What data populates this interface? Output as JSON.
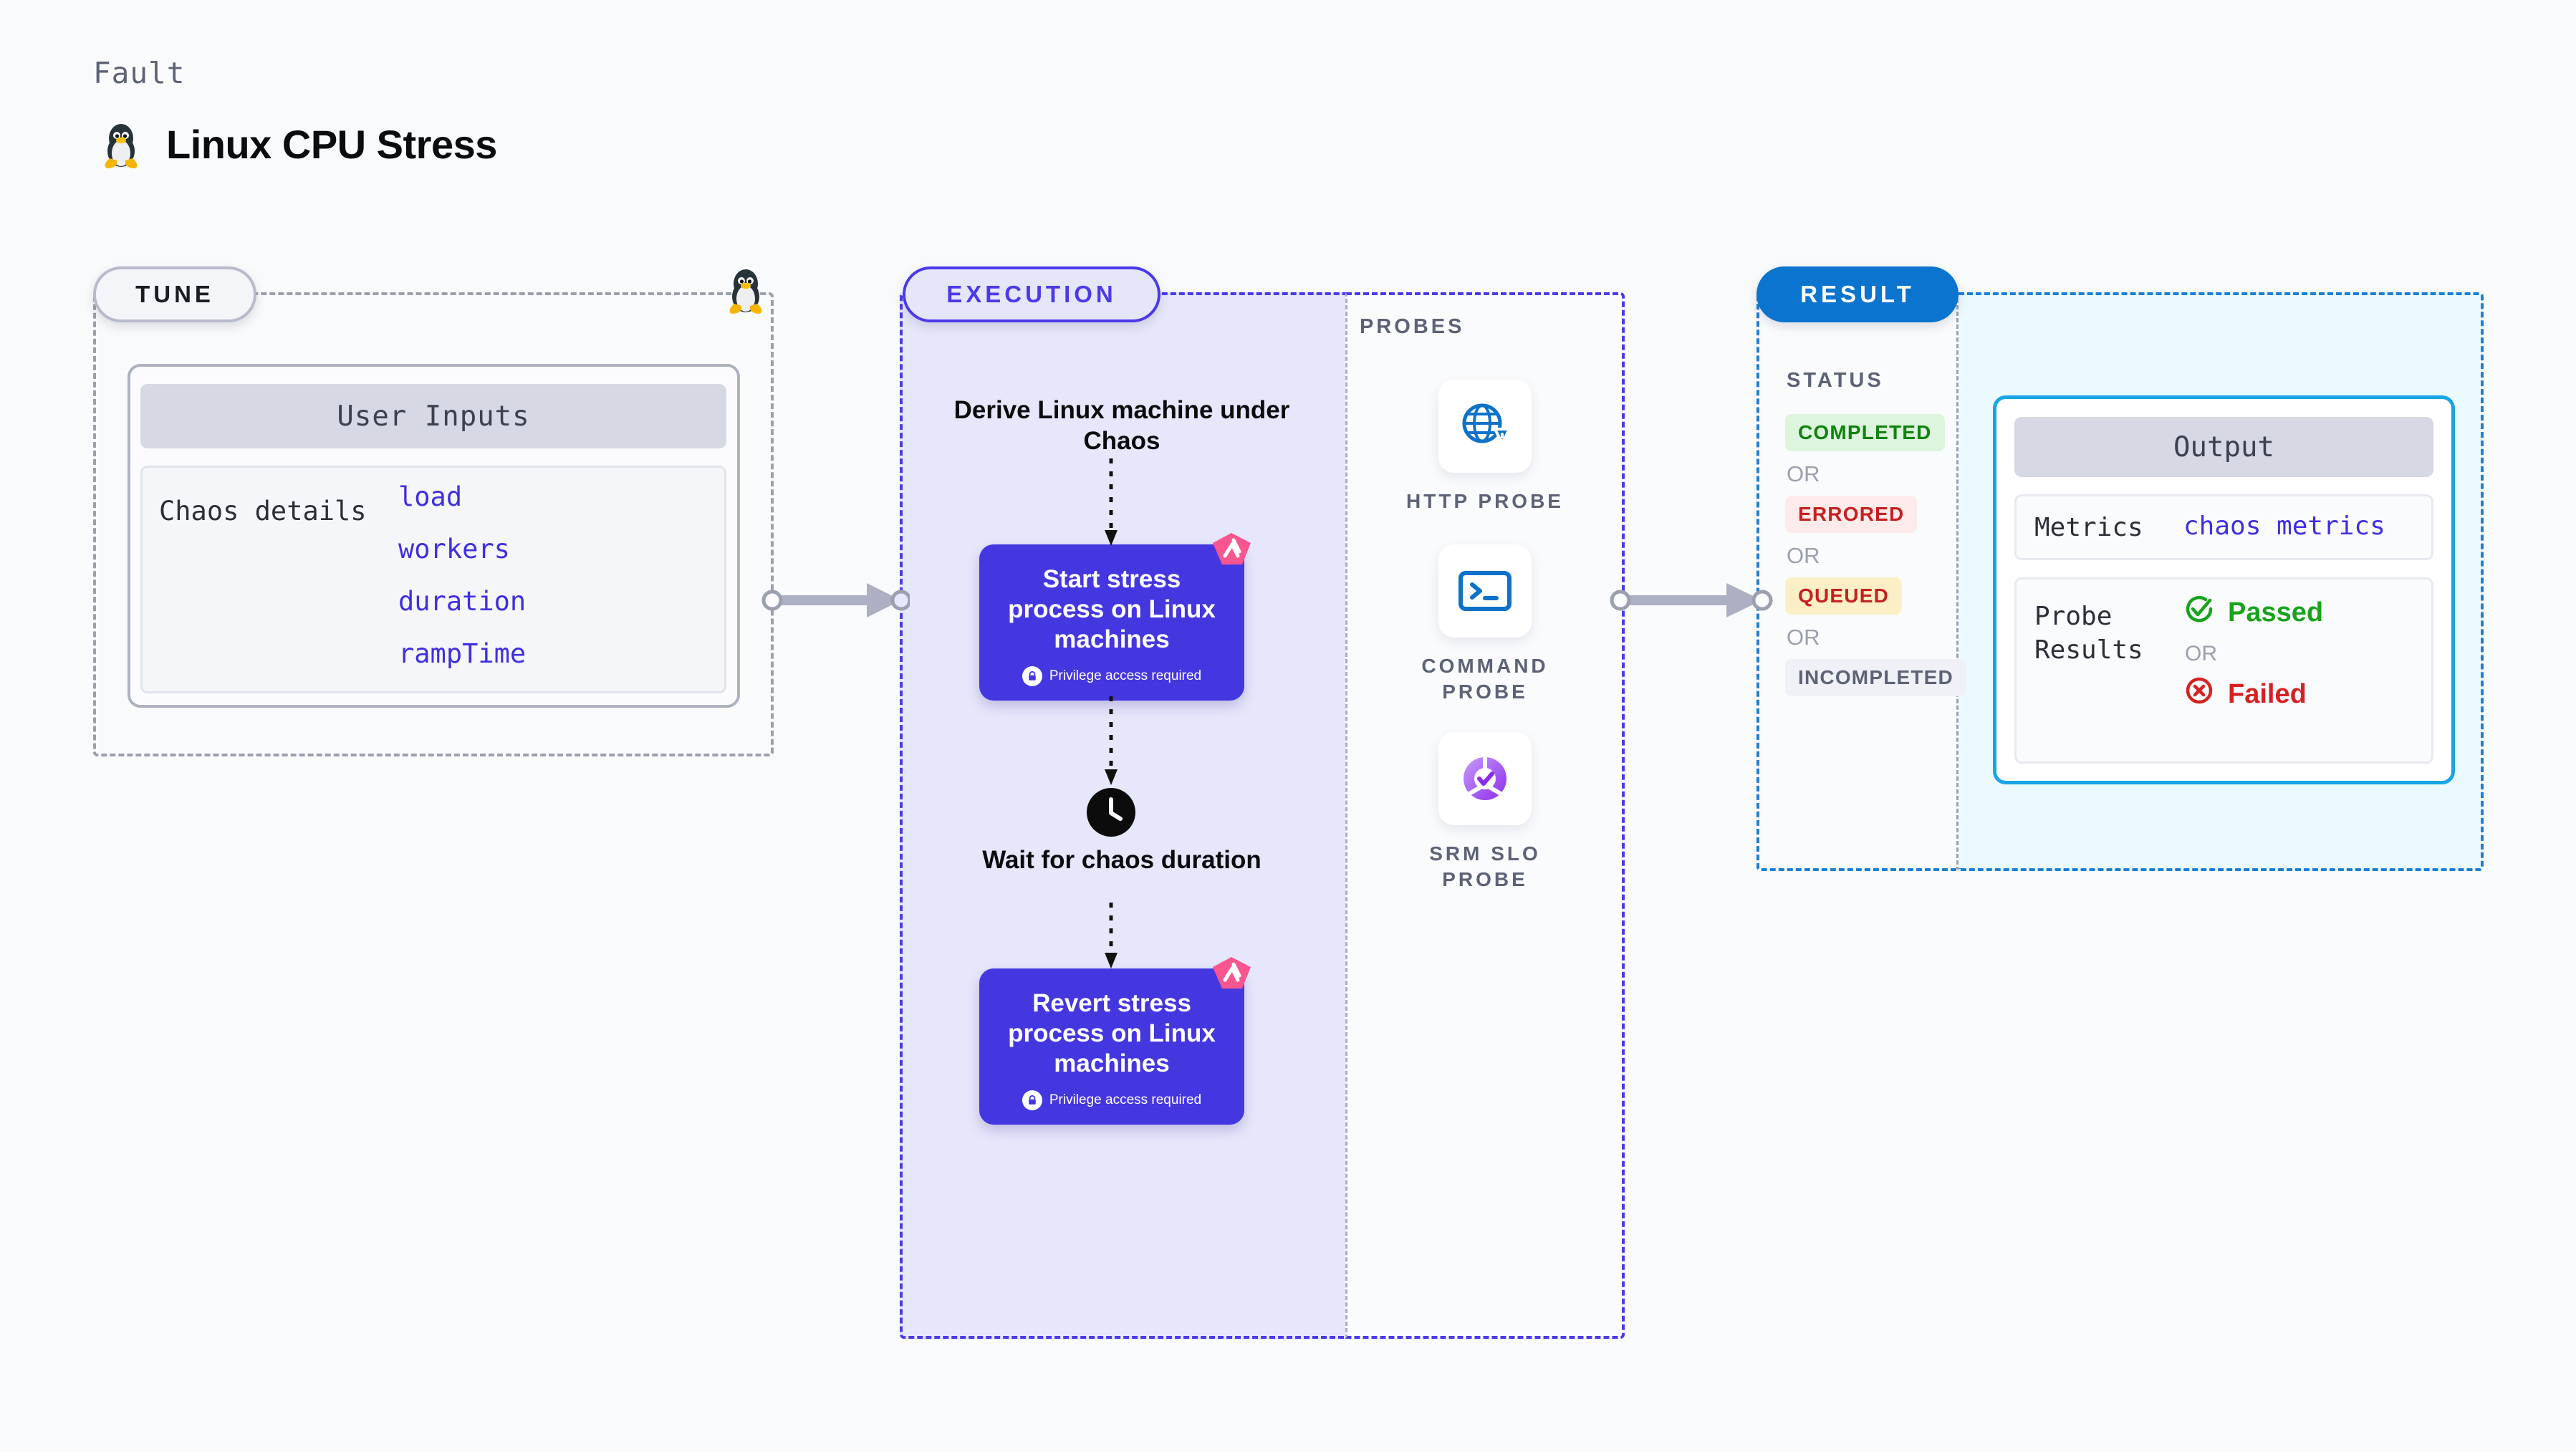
{
  "header": {
    "kind_label": "Fault",
    "title": "Linux CPU Stress",
    "icon": "linux-penguin-icon"
  },
  "tune": {
    "badge": "TUNE",
    "card_title": "User Inputs",
    "row_label": "Chaos details",
    "params": [
      "load",
      "workers",
      "duration",
      "rampTime"
    ],
    "edge_icon": "linux-penguin-icon"
  },
  "execution": {
    "badge": "EXECUTION",
    "steps": [
      {
        "type": "text",
        "label": "Derive Linux machine under Chaos"
      },
      {
        "type": "node",
        "label": "Start stress process on Linux machines",
        "sub": "Privilege access required",
        "sub_icon": "lock-icon",
        "corner_icon": "chaos-badge-icon"
      },
      {
        "type": "text",
        "label": "Wait for chaos duration",
        "icon": "clock-icon"
      },
      {
        "type": "node",
        "label": "Revert stress process on Linux machines",
        "sub": "Privilege access required",
        "sub_icon": "lock-icon",
        "corner_icon": "chaos-badge-icon"
      }
    ]
  },
  "probes": {
    "heading": "PROBES",
    "items": [
      {
        "label": "HTTP PROBE",
        "icon": "globe-warning-icon"
      },
      {
        "label": "COMMAND PROBE",
        "icon": "terminal-icon"
      },
      {
        "label": "SRM SLO PROBE",
        "icon": "slo-donut-check-icon"
      }
    ]
  },
  "result": {
    "badge": "RESULT",
    "status_heading": "STATUS",
    "or_label": "OR",
    "statuses": [
      {
        "label": "COMPLETED",
        "bg": "#dcf5dc",
        "fg": "#10820f"
      },
      {
        "label": "ERRORED",
        "bg": "#fdeaea",
        "fg": "#c42121"
      },
      {
        "label": "QUEUED",
        "bg": "#fcefc6",
        "fg": "#c42121"
      },
      {
        "label": "INCOMPLETED",
        "bg": "#eff1f6",
        "fg": "#5c6376"
      }
    ],
    "output": {
      "title": "Output",
      "metrics_label": "Metrics",
      "metrics_value": "chaos metrics",
      "probe_results_label": "Probe Results",
      "passed_label": "Passed",
      "failed_label": "Failed",
      "or_label": "OR"
    }
  },
  "colors": {
    "background": "#f9fafb",
    "tune_border": "#9aa0ad",
    "execution_accent": "#4a3aea",
    "execution_fill": "#e7e7fb",
    "result_accent": "#1d7fd6",
    "result_fill": "#eafaff",
    "node_fill": "#4437e0",
    "param_text": "#3f2fe0",
    "pink_badge": "#f9558f",
    "probe_blue": "#0e72c8",
    "probe_purple": "#a24df0"
  }
}
